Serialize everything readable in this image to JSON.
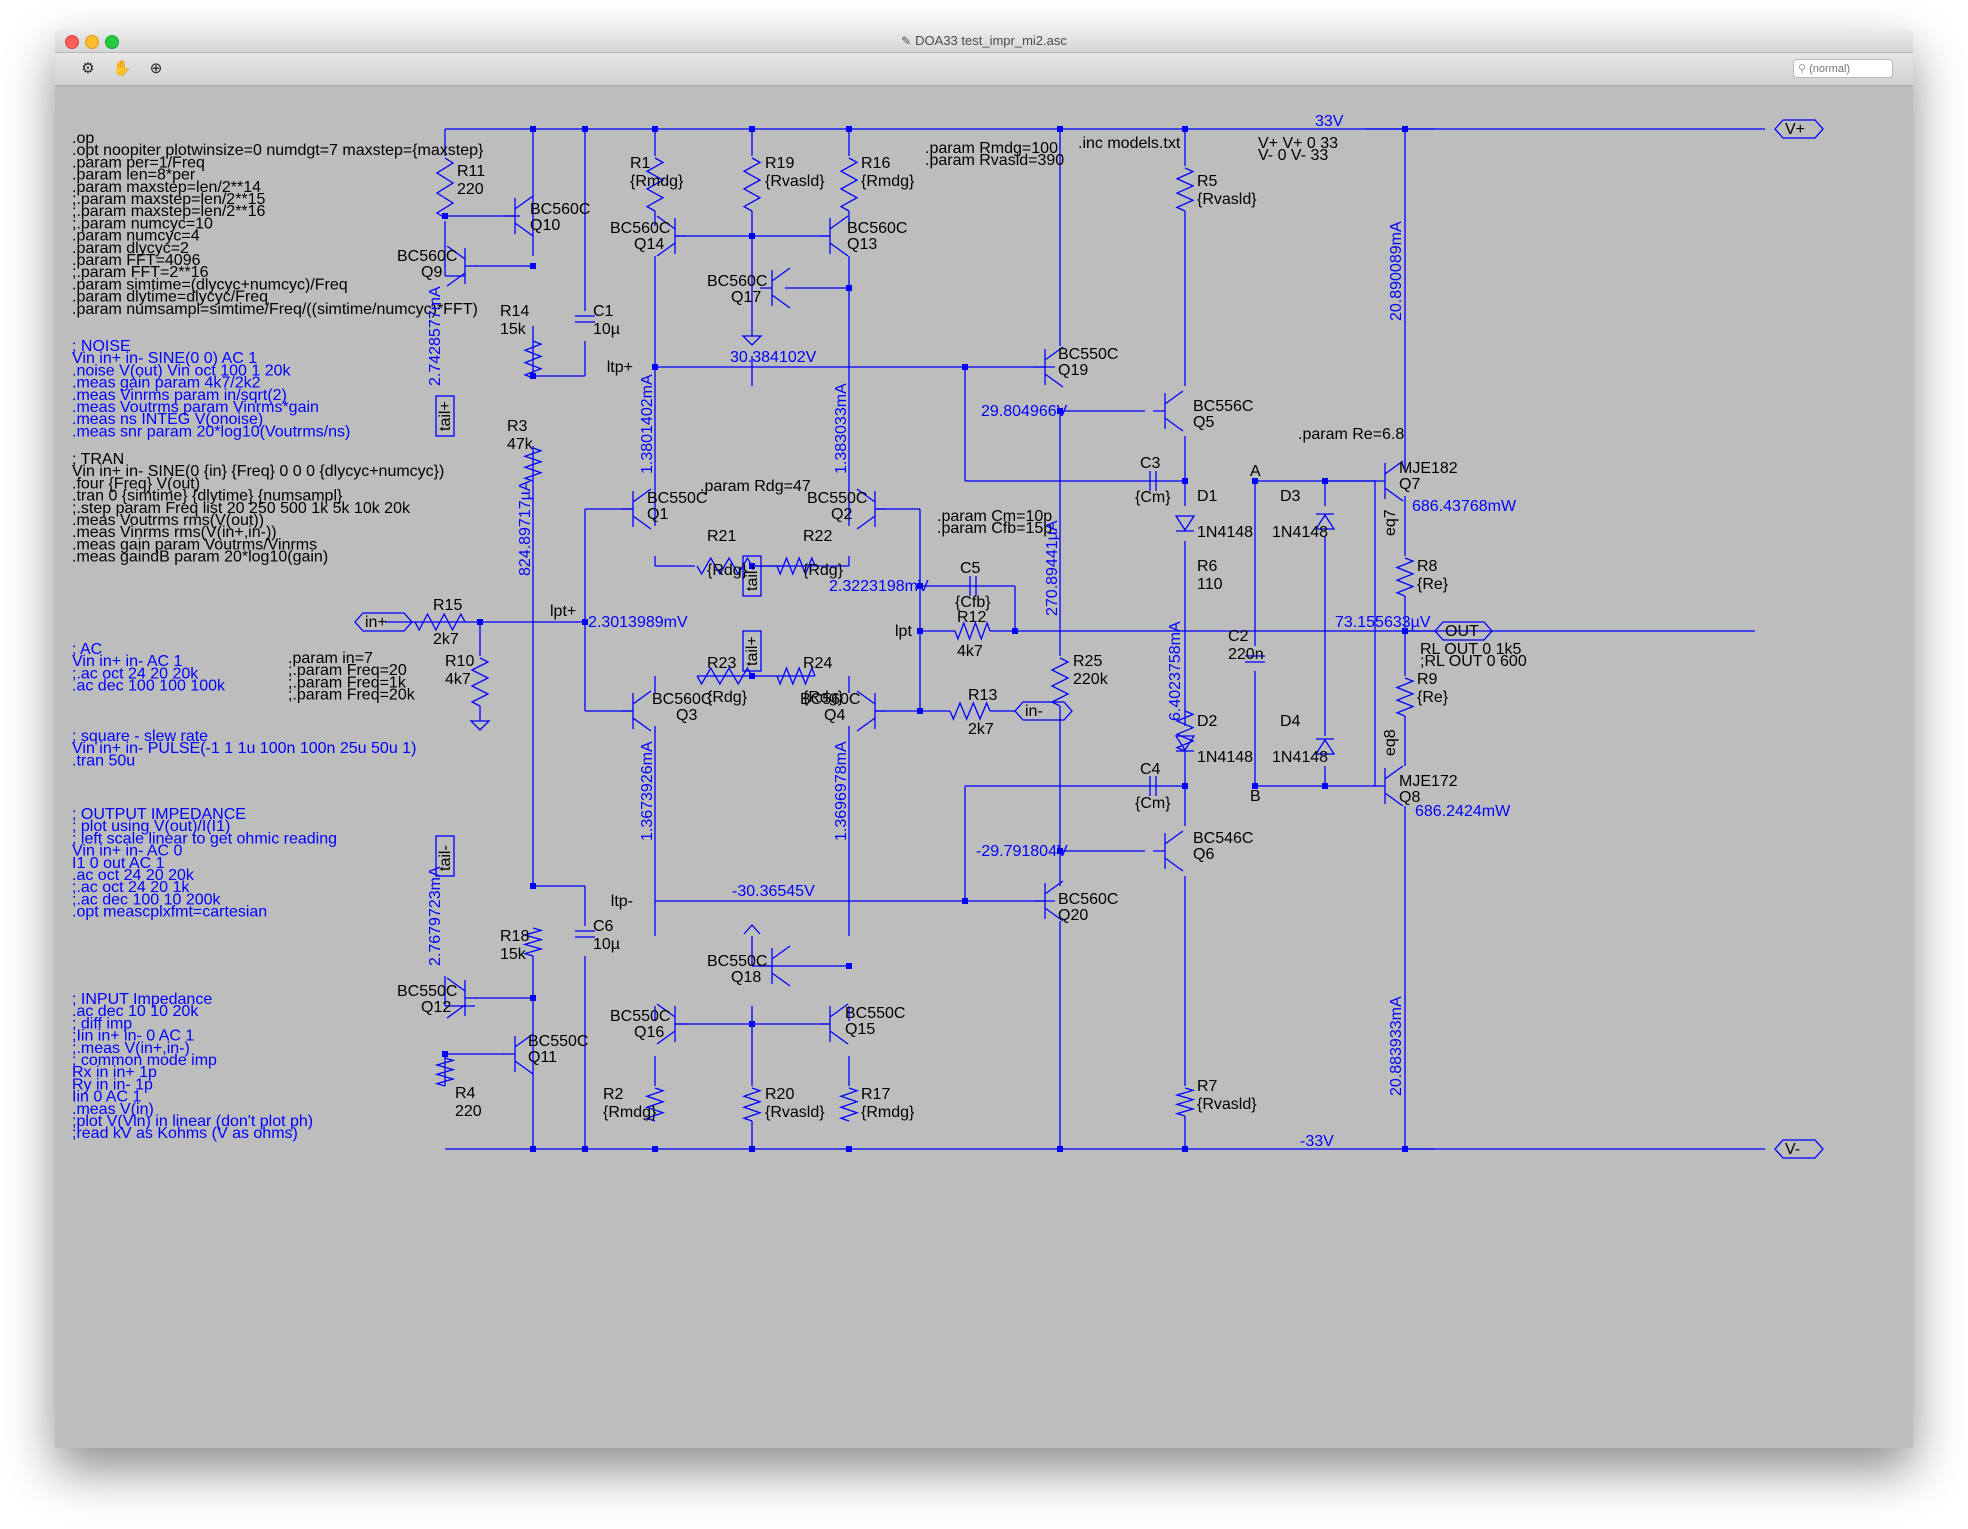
{
  "window": {
    "title": "DOA33 test_impr_mi2.asc",
    "title_icon": "schematic-file-icon"
  },
  "toolbar": {
    "tools": [
      {
        "icon": "run-icon",
        "glyph": "⚙"
      },
      {
        "icon": "halt-hand-icon",
        "glyph": "✋"
      },
      {
        "icon": "probe-icon",
        "glyph": "⊕"
      }
    ],
    "search_placeholder": "(normal)"
  },
  "directives": {
    "op_block": [
      ".op",
      ".opt noopiter plotwinsize=0 numdgt=7 maxstep={maxstep}",
      ".param per=1/Freq",
      ".param len=8*per",
      ".param maxstep=len/2**14",
      ";.param maxstep=len/2**15",
      ";.param maxstep=len/2**16",
      ";.param numcyc=10",
      ".param numcyc=4",
      ".param dlycyc=2",
      ".param FFT=4096",
      ";.param FFT=2**16",
      ".param simtime=(dlycyc+numcyc)/Freq",
      ".param dlytime=dlycyc/Freq",
      ".param numsampl=simtime/Freq/((simtime/numcyc)*FFT)"
    ],
    "noise_block": [
      "; NOISE",
      "Vin in+ in- SINE(0 0) AC 1",
      ".noise V(out) Vin oct 100 1 20k",
      ".meas gain param 4k7/2k2",
      ".meas Vinrms param in/sqrt(2)",
      ".meas Voutrms param Vinrms*gain",
      ".meas ns INTEG V(onoise)",
      ".meas snr param 20*log10(Voutrms/ns)"
    ],
    "tran_block": [
      "; TRAN",
      "Vin in+ in- SINE(0 {in} {Freq} 0 0 0 {dlycyc+numcyc})",
      ".four {Freq} V(out)",
      ".tran 0 {simtime} {dlytime} {numsampl}",
      ";.step param Freq list 20 250 500 1k 5k 10k 20k",
      ".meas Voutrms rms(V(out))",
      ".meas Vinrms rms(V(in+,in-))",
      ".meas gain param Voutrms/Vinrms",
      ".meas gaindB param 20*log10(gain)"
    ],
    "ac_block": [
      "; AC",
      "Vin in+ in- AC 1",
      ";.ac oct 24 20 20k",
      ".ac dec 100 100 100k"
    ],
    "square_block": [
      "; square - slew rate",
      "Vin in+ in- PULSE(-1 1 1u 100n 100n 25u 50u 1)",
      ".tran 50u"
    ],
    "outimp_block": [
      "; OUTPUT IMPEDANCE",
      "; plot using V(out)/I(I1)",
      "; left scale linear to get ohmic reading",
      "Vin in+ in- AC 0",
      "I1 0 out AC 1",
      ".ac oct 24 20 20k",
      ";.ac oct 24 20 1k",
      ";.ac dec 100 10 200k",
      ".opt meascplxfmt=cartesian"
    ],
    "inimp_block": [
      "; INPUT Impedance",
      ".ac dec 10 10 20k",
      "; diff imp",
      ";Iin in+ in- 0 AC 1",
      ";.meas V(in+,in-)",
      "; common mode imp",
      "Rx in in+ 1p",
      "Ry in in- 1p",
      "Iin 0 AC 1",
      ".meas V(in)",
      ";plot V(Vin) in linear (don't plot ph)",
      ";read kV as Kohms (V as ohms)"
    ],
    "param_freq_block": [
      ".param in=7",
      ";.param Freq=20",
      ";.param Freq=1k",
      ";.param Freq=20k"
    ],
    "rmdg_block": [
      ".param Rmdg=100",
      ".param Rvasld=390"
    ],
    "inc": ".inc models.txt",
    "supplies_block": [
      "V+ V+ 0 33",
      "V- 0 V- 33"
    ],
    "param_re": ".param Re=6.8",
    "param_rdg": ".param Rdg=47",
    "cm_block": [
      ".param Cm=10p",
      ".param Cfb=15p"
    ],
    "rl_block": [
      "RL OUT 0 1k5",
      ";RL OUT 0 600"
    ]
  },
  "resistors": [
    {
      "name": "R11",
      "value": "220"
    },
    {
      "name": "R14",
      "value": "15k"
    },
    {
      "name": "R3",
      "value": "47k"
    },
    {
      "name": "R1",
      "value": "{Rmdg}"
    },
    {
      "name": "R19",
      "value": "{Rvasld}"
    },
    {
      "name": "R16",
      "value": "{Rmdg}"
    },
    {
      "name": "R5",
      "value": "{Rvasld}"
    },
    {
      "name": "R21",
      "value": "{Rdg}"
    },
    {
      "name": "R22",
      "value": "{Rdg}"
    },
    {
      "name": "R15",
      "value": "2k7"
    },
    {
      "name": "R10",
      "value": "4k7"
    },
    {
      "name": "R12",
      "value": "4k7"
    },
    {
      "name": "R23",
      "value": "{Rdg}"
    },
    {
      "name": "R24",
      "value": "{Rdg}"
    },
    {
      "name": "R13",
      "value": "2k7"
    },
    {
      "name": "R25",
      "value": "220k"
    },
    {
      "name": "R6",
      "value": "110"
    },
    {
      "name": "R8",
      "value": "{Re}"
    },
    {
      "name": "R9",
      "value": "{Re}"
    },
    {
      "name": "R18",
      "value": "15k"
    },
    {
      "name": "R4",
      "value": "220"
    },
    {
      "name": "R2",
      "value": "{Rmdg}"
    },
    {
      "name": "R20",
      "value": "{Rvasld}"
    },
    {
      "name": "R17",
      "value": "{Rmdg}"
    },
    {
      "name": "R7",
      "value": "{Rvasld}"
    }
  ],
  "capacitors": [
    {
      "name": "C1",
      "value": "10µ"
    },
    {
      "name": "C3",
      "value": "{Cm}"
    },
    {
      "name": "C5",
      "value": "{Cfb}"
    },
    {
      "name": "C2",
      "value": "220n"
    },
    {
      "name": "C4",
      "value": "{Cm}"
    },
    {
      "name": "C6",
      "value": "10µ"
    }
  ],
  "transistors": [
    {
      "name": "Q10",
      "model": "BC560C"
    },
    {
      "name": "Q9",
      "model": "BC560C"
    },
    {
      "name": "Q14",
      "model": "BC560C"
    },
    {
      "name": "Q13",
      "model": "BC560C"
    },
    {
      "name": "Q17",
      "model": "BC560C"
    },
    {
      "name": "Q19",
      "model": "BC550C"
    },
    {
      "name": "Q5",
      "model": "BC556C"
    },
    {
      "name": "Q1",
      "model": "BC550C"
    },
    {
      "name": "Q2",
      "model": "BC550C"
    },
    {
      "name": "Q7",
      "model": "MJE182"
    },
    {
      "name": "Q3",
      "model": "BC560C"
    },
    {
      "name": "Q4",
      "model": "BC560C"
    },
    {
      "name": "Q8",
      "model": "MJE172"
    },
    {
      "name": "Q6",
      "model": "BC546C"
    },
    {
      "name": "Q20",
      "model": "BC560C"
    },
    {
      "name": "Q12",
      "model": "BC550C"
    },
    {
      "name": "Q11",
      "model": "BC550C"
    },
    {
      "name": "Q18",
      "model": "BC550C"
    },
    {
      "name": "Q16",
      "model": "BC550C"
    },
    {
      "name": "Q15",
      "model": "BC550C"
    }
  ],
  "diodes": [
    {
      "name": "D1",
      "model": "1N4148"
    },
    {
      "name": "D3",
      "model": "1N4148"
    },
    {
      "name": "D2",
      "model": "1N4148"
    },
    {
      "name": "D4",
      "model": "1N4148"
    }
  ],
  "net_labels": {
    "v33": "33V",
    "vplus": "V+",
    "vneg33": "-33V",
    "vminus": "V-",
    "out": "OUT",
    "in_plus": "in+",
    "in_minus": "in-",
    "tail_plus": "tail+",
    "tail_minus": "tail-",
    "ltp_plus": "ltp+",
    "ltp_minus": "ltp-",
    "lpt_plus": "lpt+",
    "lpt": "lpt",
    "eq7": "eq7",
    "eq8": "eq8",
    "node_a": "A",
    "node_b": "B"
  },
  "readings": {
    "i_q9": "2.7428577mA",
    "v_ltp_plus": "30.384102V",
    "i_q1": "1.3801402mA",
    "i_q2": "1.383033mA",
    "v_q19e": "29.804966V",
    "i_r3": "824.89717µA",
    "i_r25": "270.89441µA",
    "v_c5": "2.3223198mV",
    "v_lpt_plus": "2.3013989mV",
    "v_out": "73.155633µV",
    "i_d2": "6.4023758mA",
    "i_q3": "1.3673926mA",
    "i_q4": "1.3696978mA",
    "v_q20e": "-29.791804V",
    "v_ltp_minus": "-30.36545V",
    "i_q12": "2.7679723mA",
    "i_q7": "20.890089mA",
    "i_q8": "20.883933mA",
    "p_q7": "686.43768mW",
    "p_q8": "686.2424mW"
  }
}
